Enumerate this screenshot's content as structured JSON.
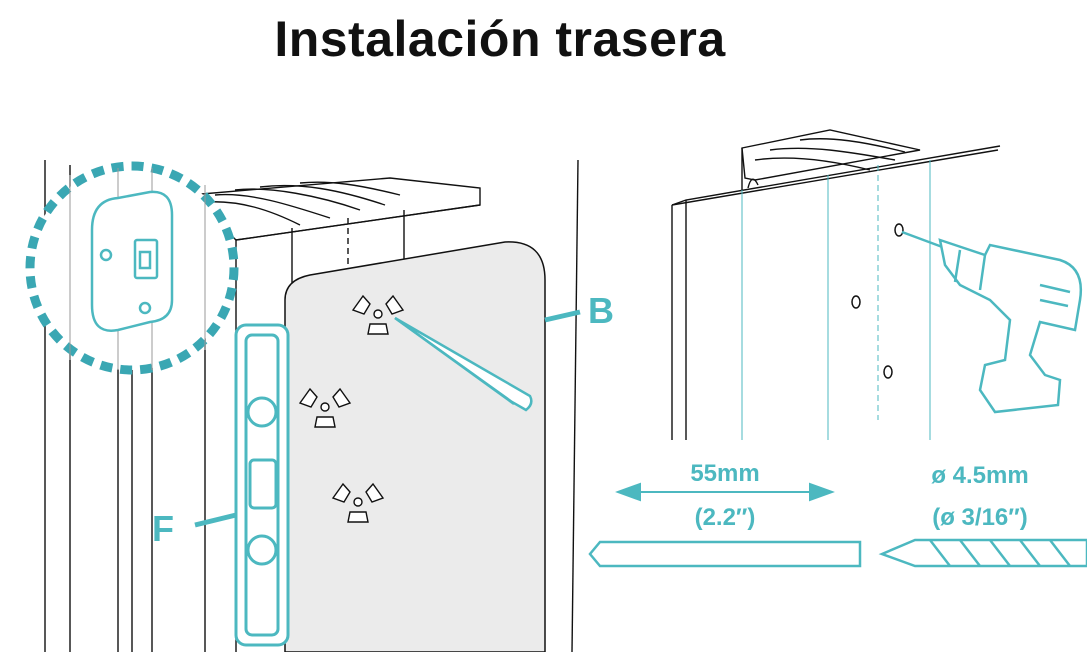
{
  "title": "Instalación trasera",
  "labels": {
    "b": "B",
    "f": "F"
  },
  "screw_length": {
    "metric": "55mm",
    "imperial": "(2.2″)"
  },
  "drill_bit": {
    "metric": "ø 4.5mm",
    "imperial": "(ø 3/16″)"
  },
  "colors": {
    "accent": "#4cb8c0",
    "line": "#111111",
    "panel": "#ebebeb",
    "inset_border": "#3aa7b3"
  }
}
